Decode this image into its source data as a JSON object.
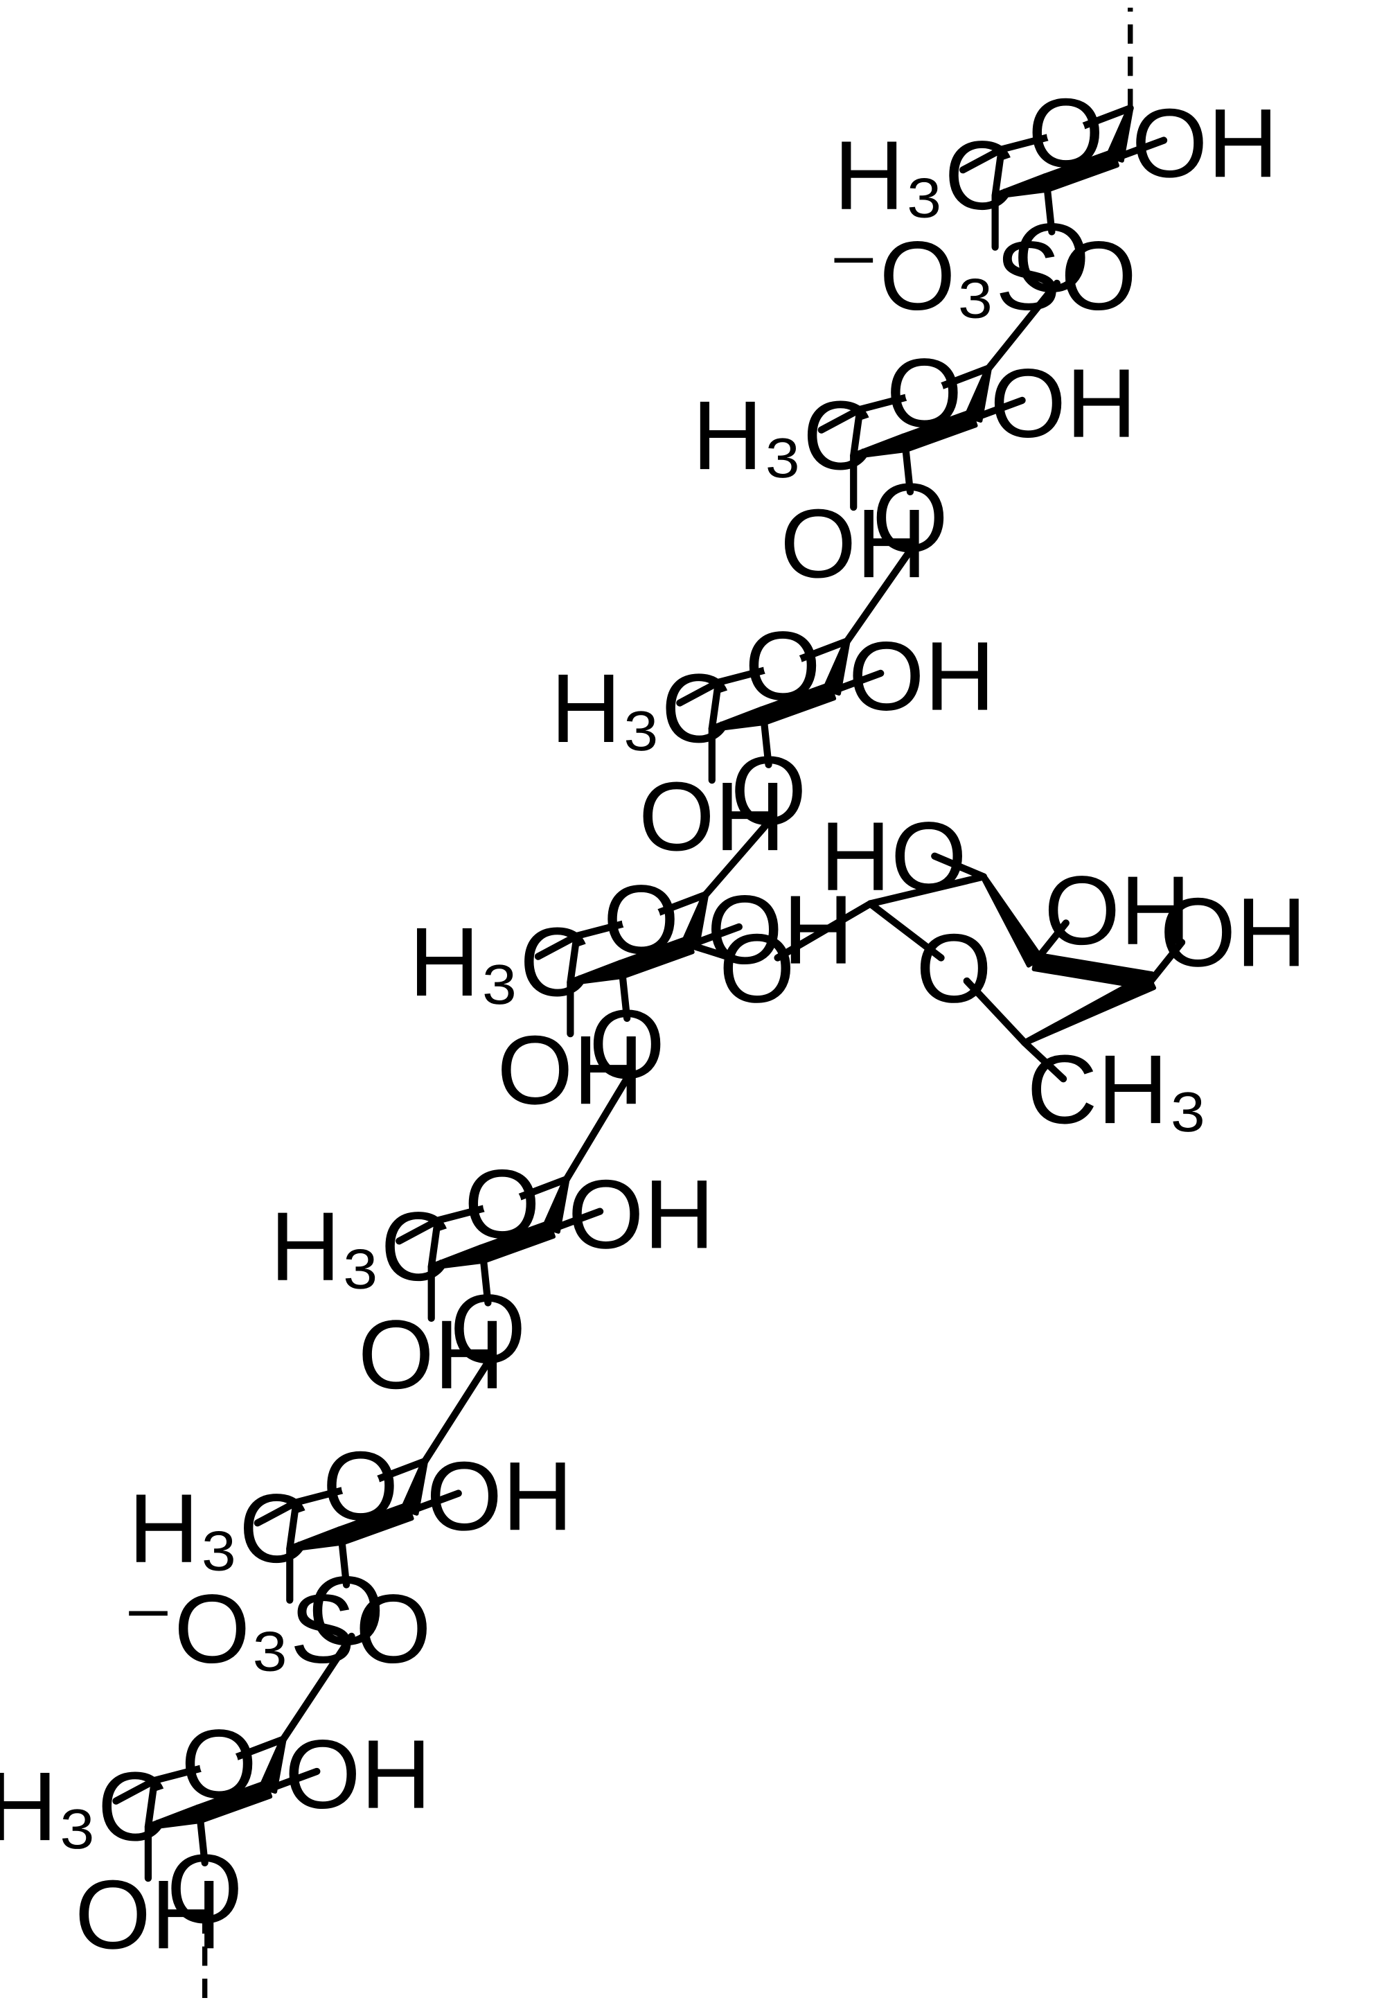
{
  "molecule": {
    "atom_labels": {
      "o": "O",
      "oh": "OH",
      "ho": "HO",
      "methyl": "H₃C",
      "methyl_right": "CH₃",
      "sulfate": "⁻O₃SO"
    }
  }
}
